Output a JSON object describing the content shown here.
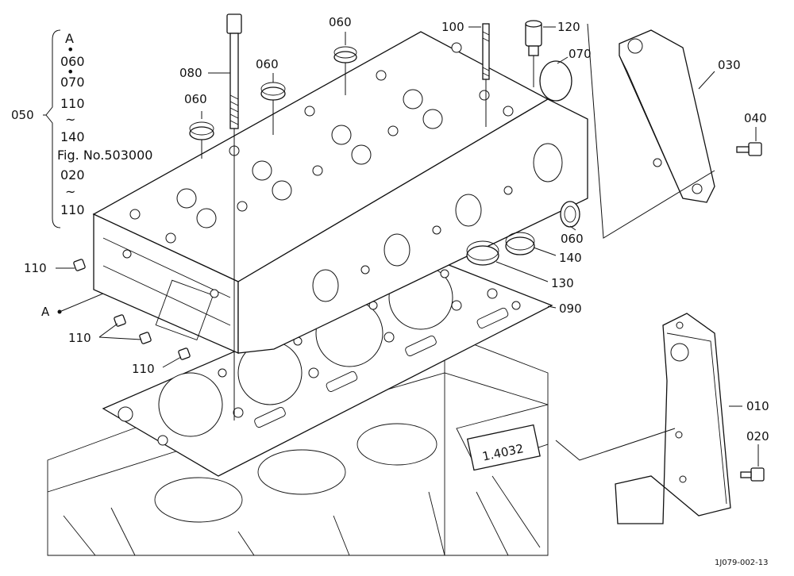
{
  "labels": {
    "p010": "010",
    "p020": "020",
    "p030": "030",
    "p040": "040",
    "p050": "050",
    "p060a": "060",
    "p060b": "060",
    "p060c": "060",
    "p060d": "060",
    "p070": "070",
    "p080": "080",
    "p090": "090",
    "p100": "100",
    "p110a": "110",
    "p110b": "110",
    "p110c": "110",
    "p120": "120",
    "p130": "130",
    "p140": "140",
    "pointA": "A"
  },
  "group_050": {
    "items": [
      "A",
      "060",
      "070",
      "110",
      "140",
      "Fig. No.503000",
      "020",
      "110"
    ],
    "separators": [
      "•",
      "•",
      "~",
      "~"
    ]
  },
  "block_stamp": "1.4032",
  "reference_code": "1J079-002-13"
}
